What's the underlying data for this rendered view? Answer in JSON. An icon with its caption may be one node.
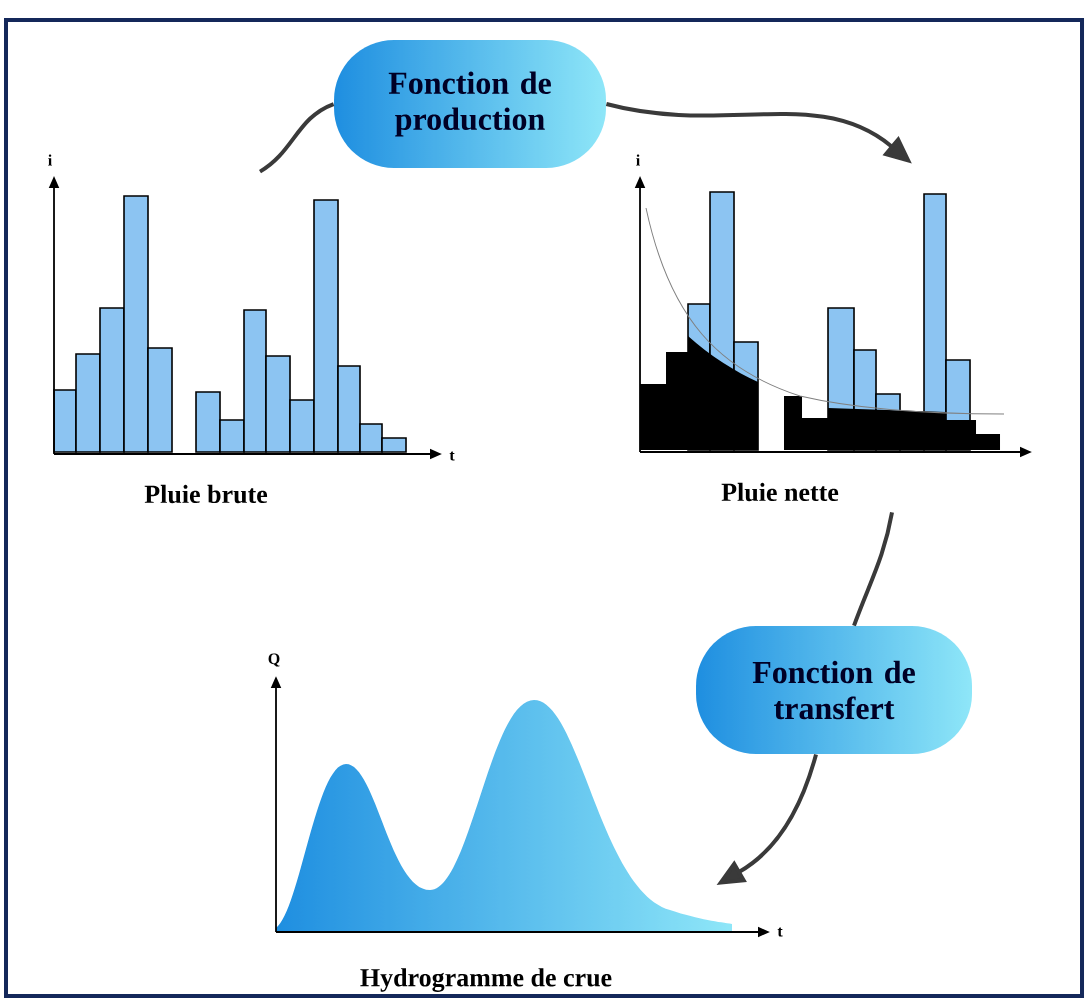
{
  "diagram": {
    "nodes": [
      {
        "text": [],
        "shape": "picture",
        "beside": [
          "Pluie brute"
        ]
      },
      {
        "text": [
          "Fonction de production"
        ]
      },
      {
        "text": [],
        "shape": "picture",
        "beside": [
          "Pluie nette"
        ]
      },
      {
        "text": [
          "Fonction de transfert"
        ]
      },
      {
        "text": [],
        "shape": "picture",
        "beside": [
          "Hydrogramme de crue"
        ]
      }
    ],
    "edges": [
      {
        "from": 0,
        "to": 1,
        "arrow": "none"
      },
      {
        "from": 1,
        "to": 2,
        "arrow": "to"
      },
      {
        "from": 2,
        "to": 3,
        "arrow": "none"
      },
      {
        "from": 3,
        "to": 4,
        "arrow": "to"
      }
    ],
    "labels": [
      "i",
      "t",
      "i",
      "Q",
      "t"
    ]
  }
}
